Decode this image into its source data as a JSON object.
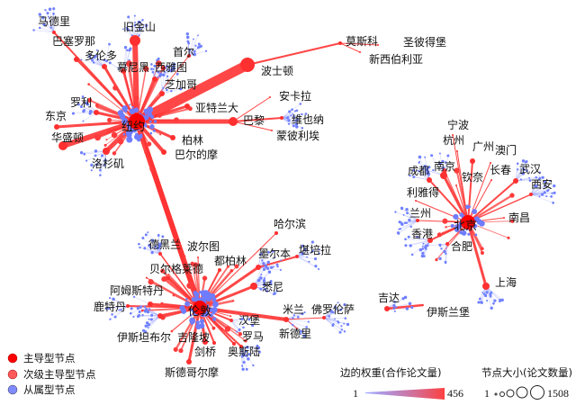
{
  "colors": {
    "leading": "#ff0000",
    "secondary": "#ff4a4a",
    "subordinate": "#6f7cff",
    "edge_low": "#7a86ff",
    "edge_high": "#ff4040"
  },
  "hubs": [
    "纽约",
    "伦敦",
    "北京"
  ],
  "nodes": [
    "马德里",
    "巴塞罗那",
    "多伦多",
    "旧金山",
    "慕尼黑",
    "首尔",
    "西雅图",
    "芝加哥",
    "波士顿",
    "罗利",
    "东京",
    "华盛顿",
    "亚特兰大",
    "巴黎",
    "柏林",
    "巴尔的摩",
    "洛杉矶",
    "安卡拉",
    "维也纳",
    "蒙彼利埃",
    "莫斯科",
    "圣彼得堡",
    "新西伯利亚",
    "哈尔滨",
    "德黑兰",
    "波尔图",
    "墨尔本",
    "堪培拉",
    "都柏林",
    "贝尔格莱德",
    "悉尼",
    "阿姆斯特丹",
    "鹿特丹",
    "米兰",
    "佛罗伦萨",
    "汉堡",
    "新德里",
    "伊斯坦布尔",
    "吉隆坡",
    "罗马",
    "剑桥",
    "奥斯陆",
    "斯德哥尔摩",
    "宁波",
    "杭州",
    "广州",
    "澳门",
    "成都",
    "南京",
    "钦奈",
    "长春",
    "武汉",
    "西安",
    "利雅得",
    "兰州",
    "南昌",
    "香港",
    "合肥",
    "上海",
    "吉达",
    "伊斯兰堡"
  ],
  "legend": {
    "node_types": [
      "主导型节点",
      "次级主导型节点",
      "从属型节点"
    ],
    "edge_title": "边的权重(合作论文量)",
    "edge_min": "1",
    "edge_max": "456",
    "size_title": "节点大小(论文数量)",
    "size_min": "1",
    "size_max": "1508"
  }
}
